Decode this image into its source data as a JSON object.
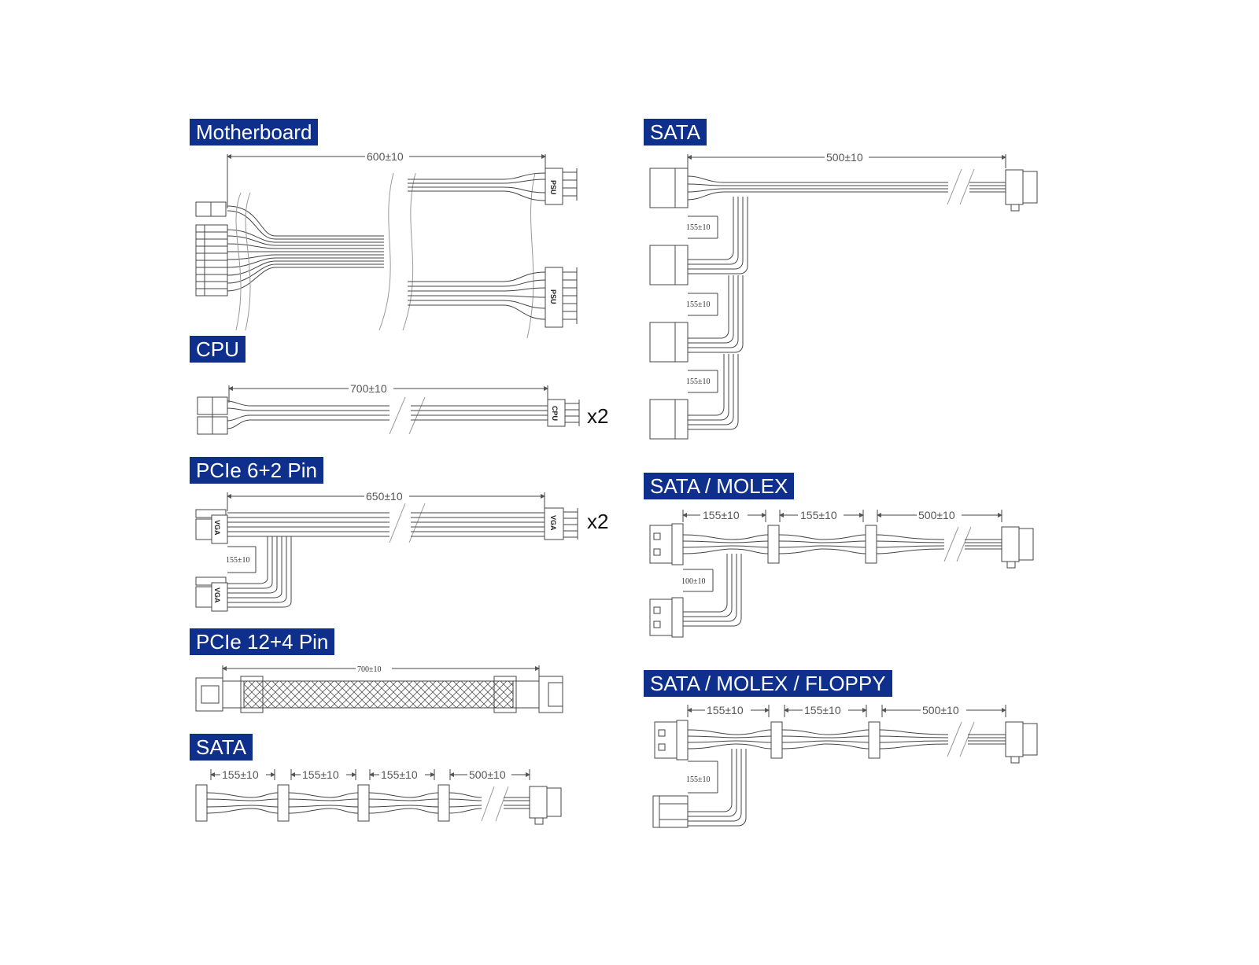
{
  "colors": {
    "header_bg": "#0e2f8c",
    "header_text": "#ffffff",
    "line": "#444444"
  },
  "sections": {
    "motherboard": {
      "title": "Motherboard",
      "length": "600±10",
      "connector_label": "PSU"
    },
    "cpu": {
      "title": "CPU",
      "length": "700±10",
      "connector_label": "CPU",
      "multiplier": "x2"
    },
    "pcie62": {
      "title": "PCIe 6+2 Pin",
      "length": "650±10",
      "branch_length": "155±10",
      "connector_label": "VGA",
      "multiplier": "x2"
    },
    "pcie124": {
      "title": "PCIe 12+4 Pin",
      "length": "700±10"
    },
    "sata_left": {
      "title": "SATA",
      "segments": [
        "155±10",
        "155±10",
        "155±10",
        "500±10"
      ]
    },
    "sata_right": {
      "title": "SATA",
      "length": "500±10",
      "branch_lengths": [
        "155±10",
        "155±10",
        "155±10"
      ]
    },
    "sata_molex": {
      "title": "SATA / MOLEX",
      "segments": [
        "155±10",
        "155±10",
        "500±10"
      ],
      "branch_length": "100±10"
    },
    "sata_molex_floppy": {
      "title": "SATA / MOLEX / FLOPPY",
      "segments": [
        "155±10",
        "155±10",
        "500±10"
      ],
      "branch_length": "155±10"
    }
  }
}
